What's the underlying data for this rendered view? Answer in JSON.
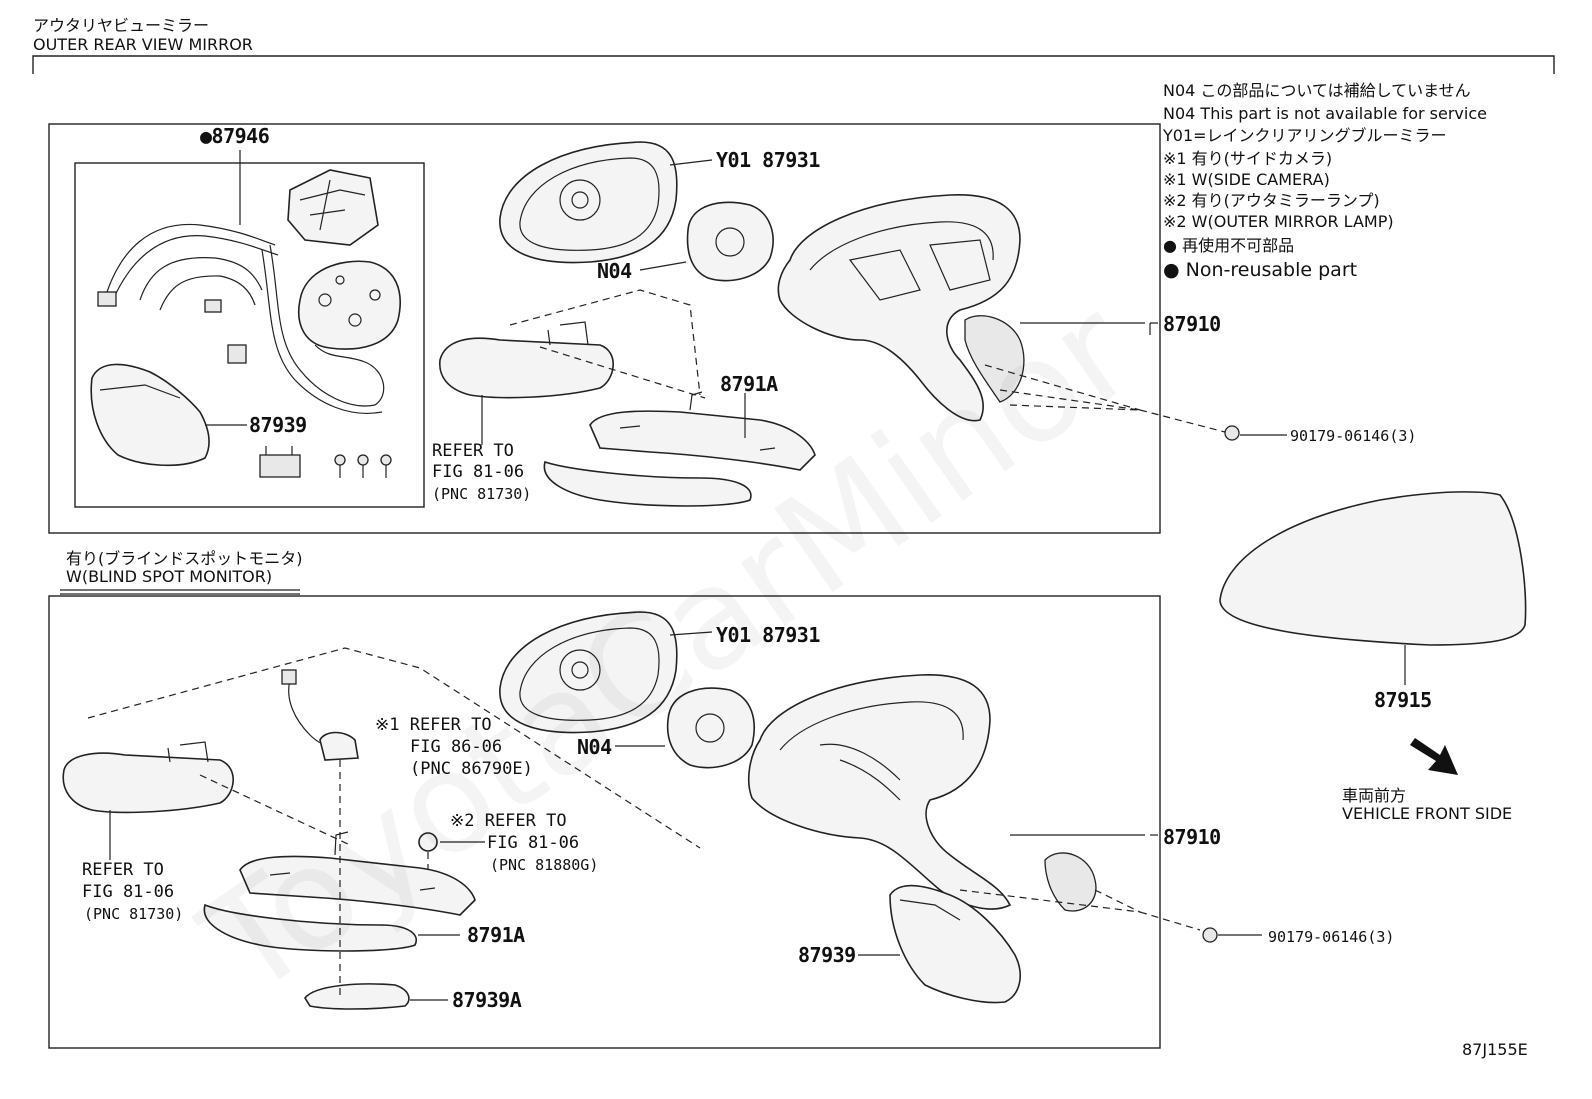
{
  "header": {
    "title_jp": "アウタリヤビューミラー",
    "title_en": "OUTER REAR VIEW MIRROR"
  },
  "notes": [
    "N04 この部品については補給していません",
    "N04 This part is not available for service",
    "Y01=レインクリアリングブルーミラー",
    "※1 有り(サイドカメラ)",
    "※1 W(SIDE CAMERA)",
    "※2 有り(アウタミラーランプ)",
    "※2 W(OUTER MIRROR LAMP)"
  ],
  "legend": {
    "jp": "再使用不可部品",
    "en": "Non-reusable part"
  },
  "upper": {
    "p87946": "●87946",
    "p87939": "87939",
    "y01_87931": "Y01 87931",
    "n04": "N04",
    "p87910": "87910",
    "p8791A": "8791A",
    "screw": "90179-06146(3)",
    "refer1": "REFER TO",
    "refer2": "FIG 81-06",
    "refer3": "(PNC 81730)"
  },
  "bsm": {
    "title_jp": "有り(ブラインドスポットモニタ)",
    "title_en": "W(BLIND SPOT MONITOR)"
  },
  "lower": {
    "y01_87931": "Y01 87931",
    "n04": "N04",
    "p87910": "87910",
    "p8791A": "8791A",
    "p87939": "87939",
    "p87939A": "87939A",
    "screw": "90179-06146(3)",
    "cam1": "※1 REFER TO",
    "cam2": "FIG 86-06",
    "cam3": "(PNC 86790E)",
    "lamp1": "※2 REFER TO",
    "lamp2": "FIG 81-06",
    "lamp3": "(PNC 81880G)",
    "refer1": "REFER TO",
    "refer2": "FIG 81-06",
    "refer3": "(PNC 81730)"
  },
  "side": {
    "p87915": "87915",
    "front_jp": "車両前方",
    "front_en": "VEHICLE FRONT SIDE"
  },
  "footer": {
    "code": "87J155E"
  }
}
